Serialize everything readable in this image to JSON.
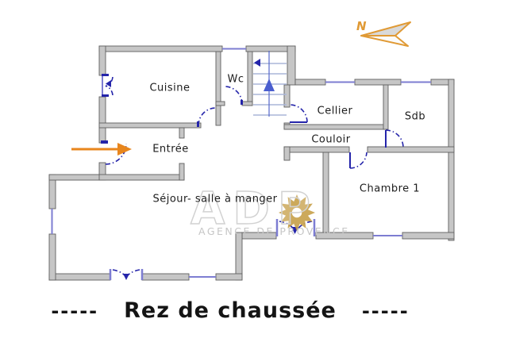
{
  "compass": {
    "label": "N"
  },
  "rooms": {
    "cuisine": "Cuisine",
    "wc": "Wc",
    "cellier": "Cellier",
    "sdb": "Sdb",
    "couloir": "Couloir",
    "entree": "Entrée",
    "sejour": "Séjour- salle à manger",
    "chambre1": "Chambre 1"
  },
  "watermark": {
    "brand": "ADP",
    "subtitle": "AGENCE DE PROVENCE"
  },
  "caption": {
    "dashes_left": "-----",
    "title": "Rez de chaussée",
    "dashes_right": "-----"
  },
  "colors": {
    "wall_fill": "#c6c6c6",
    "wall_edge": "#5f5f5f",
    "door_blue": "#2424aa",
    "window_blue": "#7d7dd2",
    "stairs_blue": "#4a5ecf",
    "arrow_orange": "#e8861d",
    "compass_orange": "#e09a35",
    "watermark_gold": "#c7a04a",
    "watermark_gray": "#d2d2d2",
    "caption_black": "#141414"
  }
}
